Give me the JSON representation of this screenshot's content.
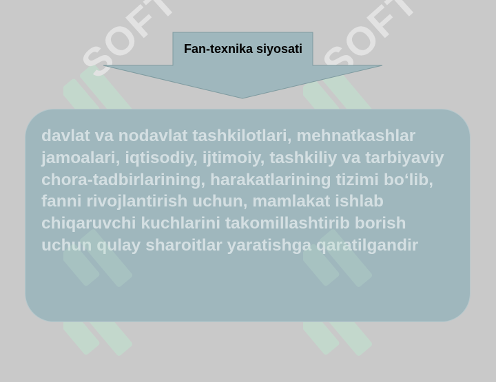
{
  "slide": {
    "callout_label": "Fan-texnika siyosati",
    "definition_text": "davlat va nodavlat tashkilotlari, mehnatkashlar jamoalari, iqtisodiy, ijtimoiy, tashkiliy va tarbiyaviy chora-tadbirlarining, harakatlarining tizimi bo‘lib, fanni rivojlantirish uchun, mamlakat ishlab chiqaruvchi kuchlarini takomillashtirib borish uchun qulay sharoitlar yaratishga qaratilgandir"
  },
  "watermark": {
    "word": "SOFT",
    "logo_icon": "soft-logo-icon",
    "logo_color": "#bfe6cf"
  },
  "colors": {
    "background": "#c9c9c9",
    "callout_fill": "#9fb7bd",
    "box_fill": "#9fb7bd",
    "box_text": "#d4dfe2"
  }
}
